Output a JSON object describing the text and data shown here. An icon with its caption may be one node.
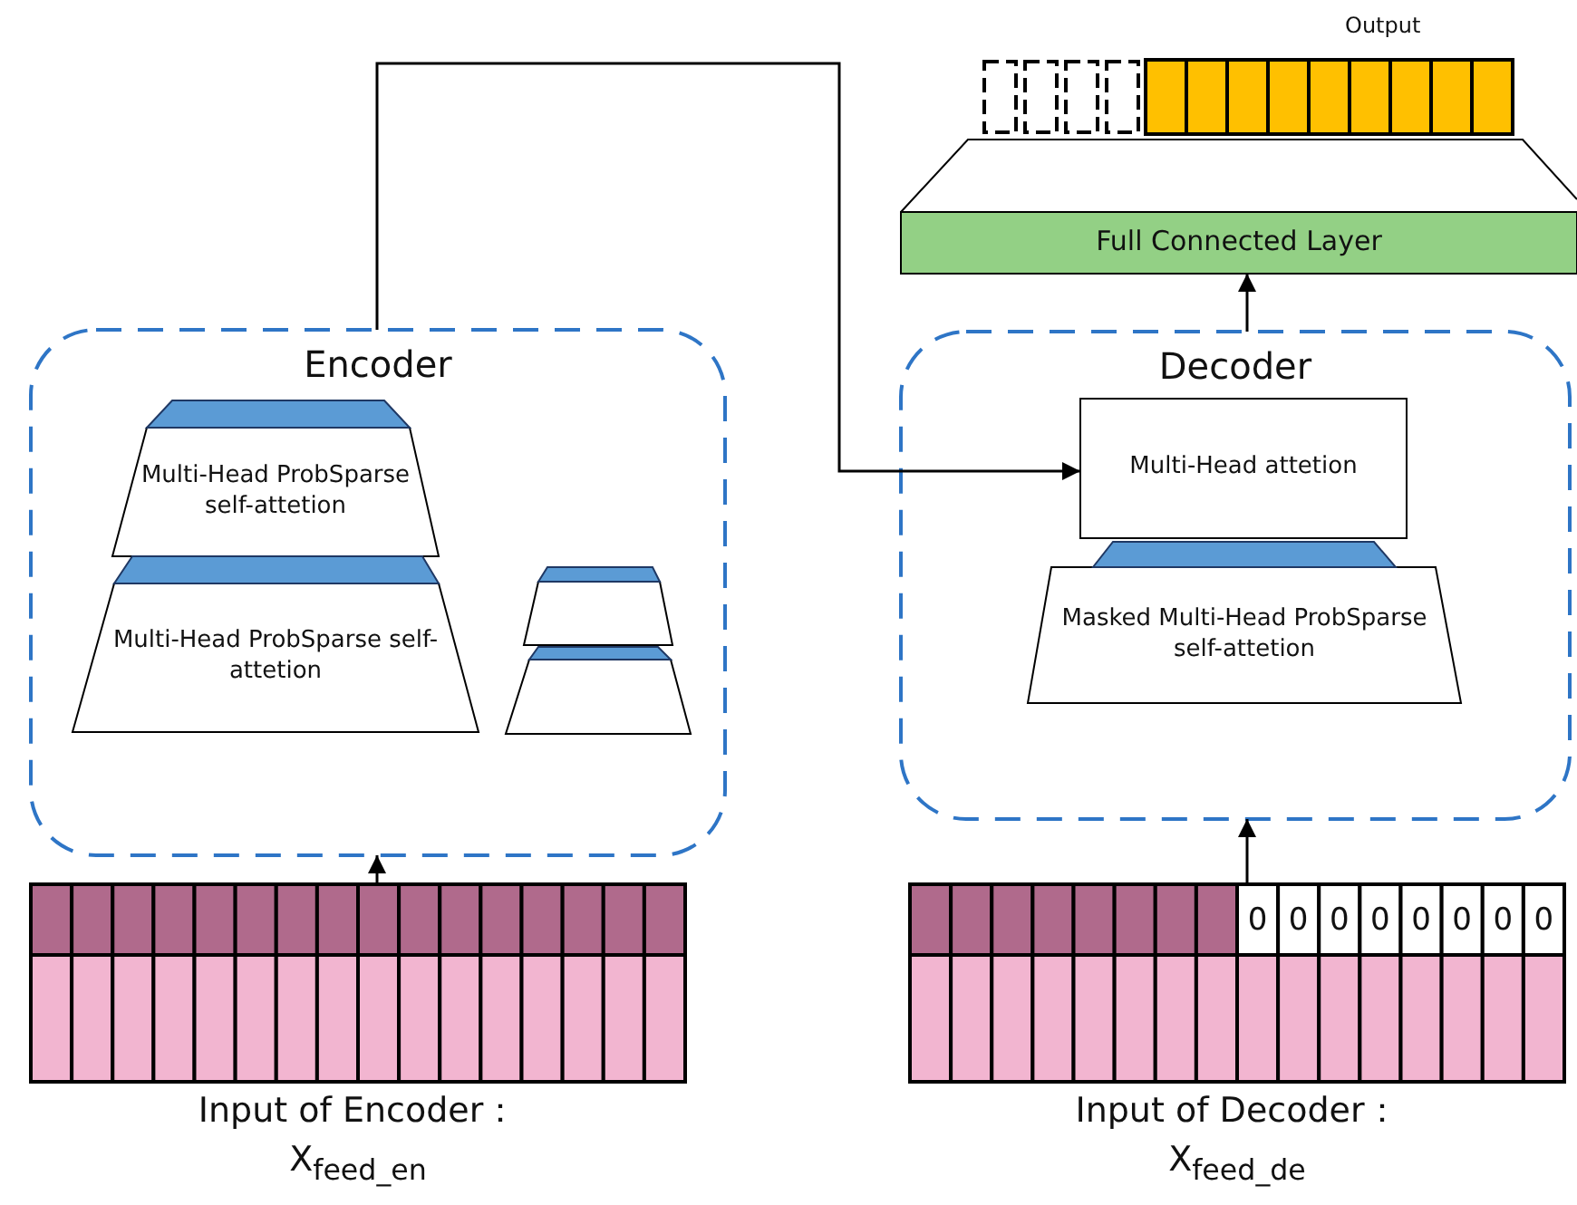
{
  "diagram": {
    "nodes": [
      {
        "text": [
          "Encoder"
        ]
      },
      {
        "text": [
          "Multi-Head ProbSparse self-attetion"
        ],
        "in": 0
      },
      {
        "text": [
          "Multi-Head ProbSparse self-attetion"
        ],
        "in": 0
      },
      {
        "text": [],
        "shape": "trapezoid",
        "in": 0
      },
      {
        "text": [],
        "shape": "trapezoid",
        "in": 0
      },
      {
        "text": [],
        "shape": "grid",
        "beside": [
          "Input of Encoder：",
          "X$_{feed_en}$"
        ]
      },
      {
        "text": [
          "Decoder"
        ]
      },
      {
        "text": [
          "Multi-Head attetion"
        ],
        "in": 6
      },
      {
        "text": [
          "Masked Multi-Head ProbSparse self-attetion"
        ],
        "in": 6
      },
      {
        "text": [],
        "shape": "grid",
        "beside": [
          "Input of Decoder：",
          "X$_{feed_de}$"
        ]
      },
      {
        "text": [
          "Full Connected Layer"
        ]
      },
      {
        "text": [],
        "shape": "grid",
        "beside": [
          "Output"
        ]
      }
    ],
    "edges": [
      {
        "from": 5,
        "to": 0,
        "arrow": "to"
      },
      {
        "from": 9,
        "to": 6,
        "arrow": "to"
      },
      {
        "from": 6,
        "to": 10,
        "arrow": "to"
      },
      {
        "from": 0,
        "to": 7,
        "arrow": "to"
      }
    ],
    "labels": [
      "0",
      "0",
      "0",
      "0",
      "0",
      "0",
      "0",
      "0"
    ]
  }
}
